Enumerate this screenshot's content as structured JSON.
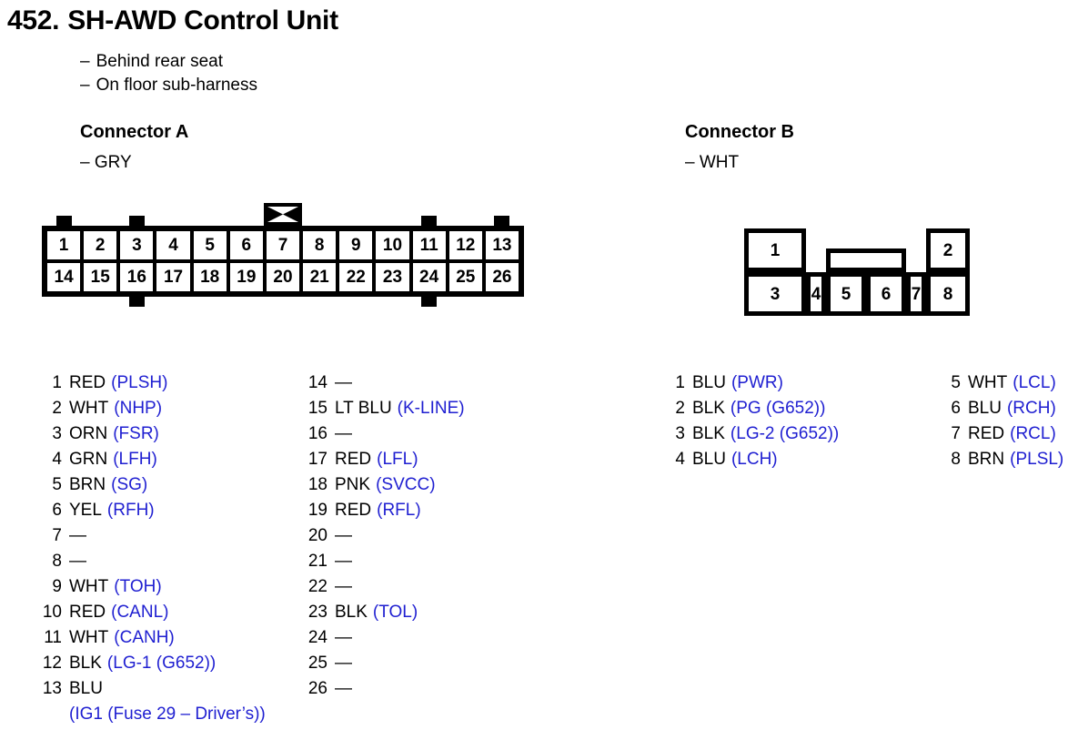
{
  "header": {
    "number": "452.",
    "title": "SH-AWD Control Unit",
    "notes": [
      "Behind rear seat",
      "On floor sub-harness"
    ],
    "dash": "–"
  },
  "colors": {
    "signal_blue": "#1f1fd1",
    "text_black": "#000000",
    "housing_black": "#000000",
    "background": "#ffffff"
  },
  "connector_a": {
    "heading": "Connector A",
    "sub": "– GRY",
    "diagram": {
      "top_row": [
        "1",
        "2",
        "3",
        "4",
        "5",
        "6",
        "7",
        "8",
        "9",
        "10",
        "11",
        "12",
        "13"
      ],
      "bottom_row": [
        "14",
        "15",
        "16",
        "17",
        "18",
        "19",
        "20",
        "21",
        "22",
        "23",
        "24",
        "25",
        "26"
      ],
      "top_tabs_above_pins": [
        "1",
        "3",
        "11",
        "13"
      ],
      "bottom_tabs_below_pins": [
        "16",
        "24"
      ],
      "key_box_above_pin": "7"
    },
    "pins": [
      {
        "no": "1",
        "color": "RED",
        "signal": "(PLSH)"
      },
      {
        "no": "2",
        "color": "WHT",
        "signal": "(NHP)"
      },
      {
        "no": "3",
        "color": "ORN",
        "signal": "(FSR)"
      },
      {
        "no": "4",
        "color": "GRN",
        "signal": "(LFH)"
      },
      {
        "no": "5",
        "color": "BRN",
        "signal": "(SG)"
      },
      {
        "no": "6",
        "color": "YEL",
        "signal": "(RFH)"
      },
      {
        "no": "7",
        "color": "—",
        "signal": ""
      },
      {
        "no": "8",
        "color": "—",
        "signal": ""
      },
      {
        "no": "9",
        "color": "WHT",
        "signal": "(TOH)"
      },
      {
        "no": "10",
        "color": "RED",
        "signal": "(CANL)"
      },
      {
        "no": "11",
        "color": "WHT",
        "signal": "(CANH)"
      },
      {
        "no": "12",
        "color": "BLK",
        "signal": "(LG-1 (G652))"
      },
      {
        "no": "13",
        "color": "BLU",
        "signal": "",
        "wrap": "(IG1 (Fuse 29 – Driver’s))"
      },
      {
        "no": "14",
        "color": "—",
        "signal": ""
      },
      {
        "no": "15",
        "color": "LT BLU",
        "signal": "(K-LINE)"
      },
      {
        "no": "16",
        "color": "—",
        "signal": ""
      },
      {
        "no": "17",
        "color": "RED",
        "signal": "(LFL)"
      },
      {
        "no": "18",
        "color": "PNK",
        "signal": "(SVCC)"
      },
      {
        "no": "19",
        "color": "RED",
        "signal": "(RFL)"
      },
      {
        "no": "20",
        "color": "—",
        "signal": ""
      },
      {
        "no": "21",
        "color": "—",
        "signal": ""
      },
      {
        "no": "22",
        "color": "—",
        "signal": ""
      },
      {
        "no": "23",
        "color": "BLK",
        "signal": "(TOL)"
      },
      {
        "no": "24",
        "color": "—",
        "signal": ""
      },
      {
        "no": "25",
        "color": "—",
        "signal": ""
      },
      {
        "no": "26",
        "color": "—",
        "signal": ""
      }
    ]
  },
  "connector_b": {
    "heading": "Connector B",
    "sub": "– WHT",
    "diagram": {
      "top_cells": [
        "1",
        "",
        "2"
      ],
      "bottom_cells": [
        "3",
        "4",
        "5",
        "6",
        "7",
        "8"
      ],
      "notch_label": ""
    },
    "pins": [
      {
        "no": "1",
        "color": "BLU",
        "signal": "(PWR)"
      },
      {
        "no": "2",
        "color": "BLK",
        "signal": "(PG (G652))"
      },
      {
        "no": "3",
        "color": "BLK",
        "signal": "(LG-2 (G652))"
      },
      {
        "no": "4",
        "color": "BLU",
        "signal": "(LCH)"
      },
      {
        "no": "5",
        "color": "WHT",
        "signal": "(LCL)"
      },
      {
        "no": "6",
        "color": "BLU",
        "signal": "(RCH)"
      },
      {
        "no": "7",
        "color": "RED",
        "signal": "(RCL)"
      },
      {
        "no": "8",
        "color": "BRN",
        "signal": "(PLSL)"
      }
    ]
  }
}
